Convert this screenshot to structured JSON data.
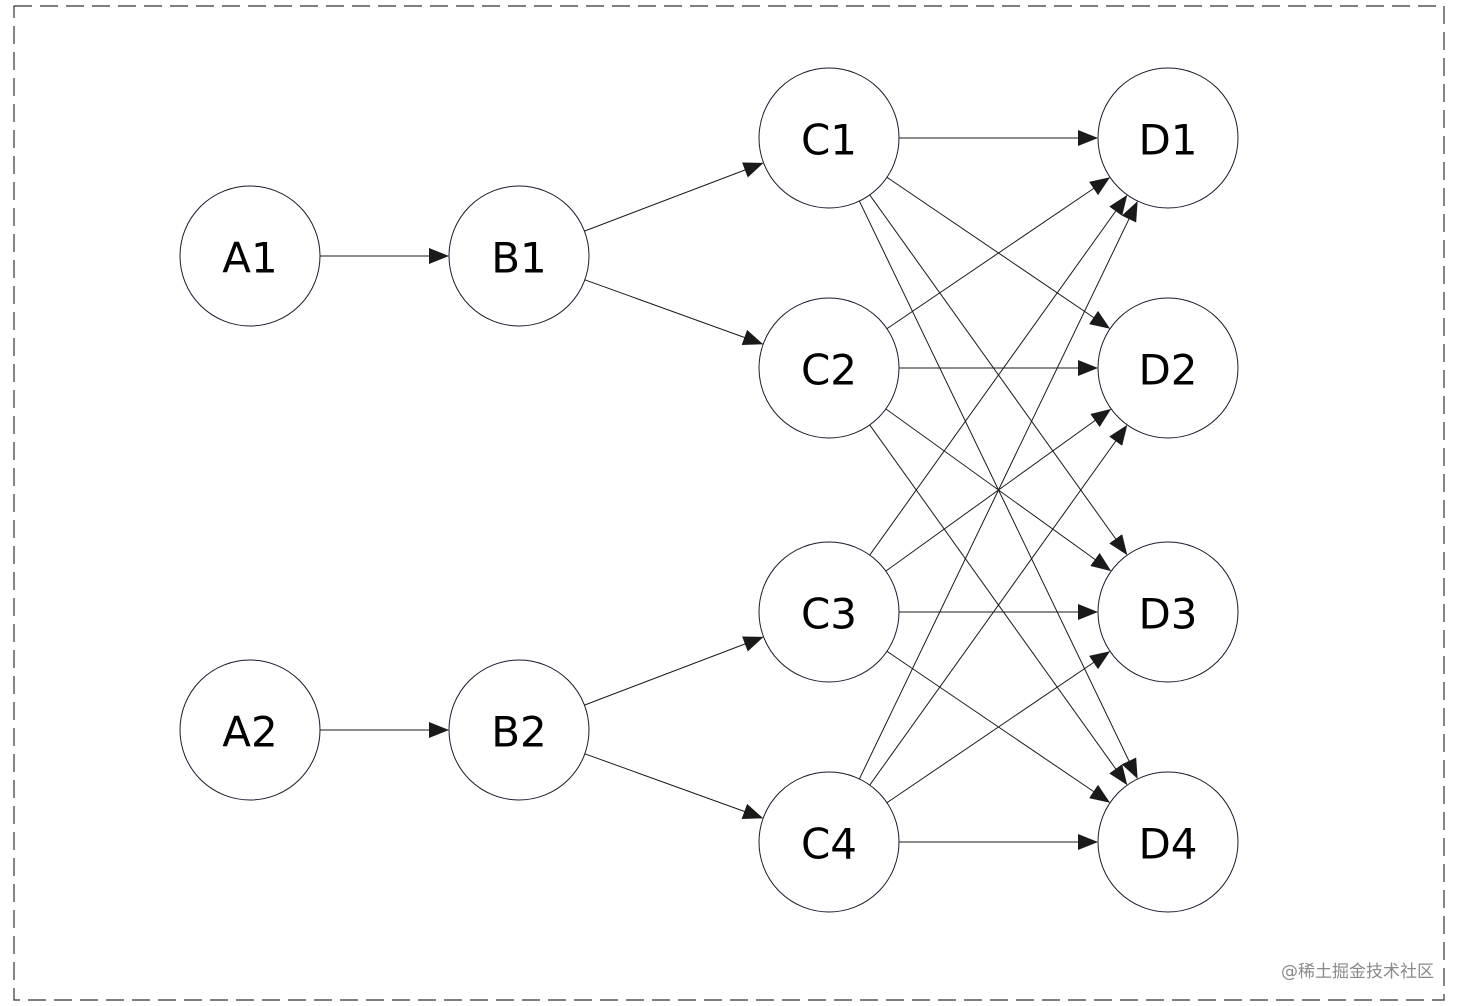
{
  "nodes": [
    {
      "id": "A1",
      "label": "A1"
    },
    {
      "id": "A2",
      "label": "A2"
    },
    {
      "id": "B1",
      "label": "B1"
    },
    {
      "id": "B2",
      "label": "B2"
    },
    {
      "id": "C1",
      "label": "C1"
    },
    {
      "id": "C2",
      "label": "C2"
    },
    {
      "id": "C3",
      "label": "C3"
    },
    {
      "id": "C4",
      "label": "C4"
    },
    {
      "id": "D1",
      "label": "D1"
    },
    {
      "id": "D2",
      "label": "D2"
    },
    {
      "id": "D3",
      "label": "D3"
    },
    {
      "id": "D4",
      "label": "D4"
    }
  ],
  "edges": [
    {
      "from": "A1",
      "to": "B1"
    },
    {
      "from": "A2",
      "to": "B2"
    },
    {
      "from": "B1",
      "to": "C1"
    },
    {
      "from": "B1",
      "to": "C2"
    },
    {
      "from": "B2",
      "to": "C3"
    },
    {
      "from": "B2",
      "to": "C4"
    },
    {
      "from": "C1",
      "to": "D1"
    },
    {
      "from": "C1",
      "to": "D2"
    },
    {
      "from": "C1",
      "to": "D3"
    },
    {
      "from": "C1",
      "to": "D4"
    },
    {
      "from": "C2",
      "to": "D1"
    },
    {
      "from": "C2",
      "to": "D2"
    },
    {
      "from": "C2",
      "to": "D3"
    },
    {
      "from": "C2",
      "to": "D4"
    },
    {
      "from": "C3",
      "to": "D1"
    },
    {
      "from": "C3",
      "to": "D2"
    },
    {
      "from": "C3",
      "to": "D3"
    },
    {
      "from": "C3",
      "to": "D4"
    },
    {
      "from": "C4",
      "to": "D1"
    },
    {
      "from": "C4",
      "to": "D2"
    },
    {
      "from": "C4",
      "to": "D3"
    },
    {
      "from": "C4",
      "to": "D4"
    }
  ],
  "watermark": "@稀土掘金技术社区",
  "colors": {
    "node_stroke": "#1a1a2e",
    "edge": "#1a1a1a",
    "watermark": "#8a8a8a"
  }
}
